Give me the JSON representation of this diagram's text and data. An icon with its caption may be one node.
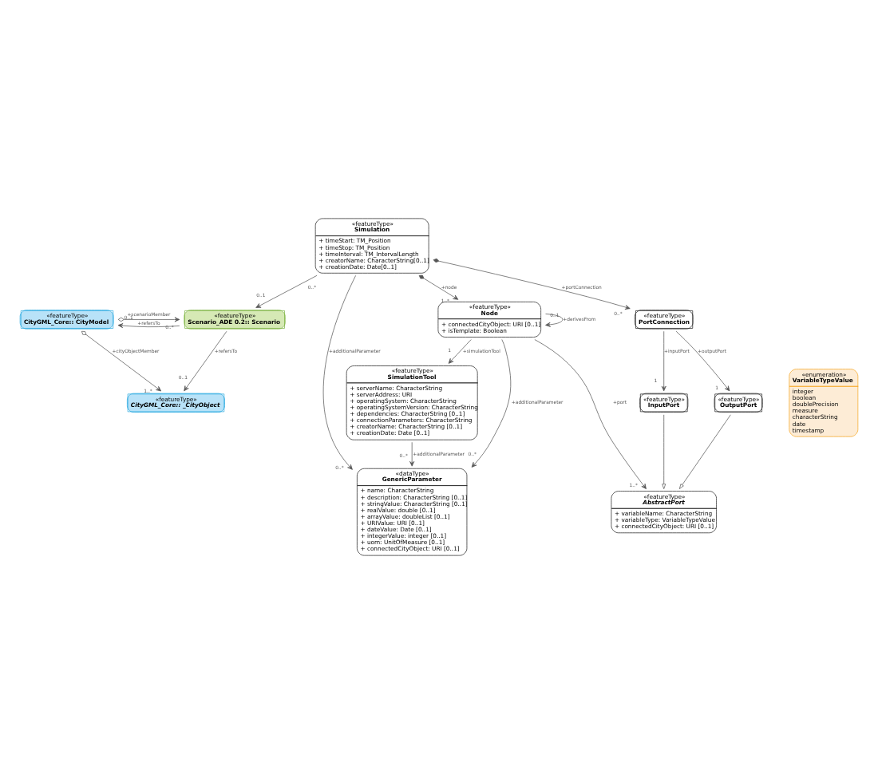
{
  "diagram": {
    "nodes": [
      {
        "text": [
          "«featureType»",
          "Scenario_ADE 0.2:: Scenario"
        ]
      },
      {
        "text": [
          "«featureType»",
          "CityGML_Core:: CityModel"
        ]
      },
      {
        "text": [
          "«featureType»",
          "CityGML_Core:: _CityObject"
        ]
      },
      {
        "text": [
          "«featureType»",
          "Simulation",
          "+ timeStart: TM_Position",
          "+ timeStop: TM_Position",
          "+ timeInterval: TM_IntervalLength",
          "+ creatorName: CharacterString[0..1]",
          "+ creationDate: Date[0..1]"
        ]
      },
      {
        "text": [
          "«dataType»",
          "GenericParameter",
          "+ name: CharacterString",
          "+ description: CharacterString [0..1]",
          "+ stringValue: CharacterString [0..1]",
          "+ realValue: double [0..1]",
          "+ arrayValue: doubleList [0..1]",
          "+ URIValue: URI [0..1]",
          "+ dateValue: Date [0..1]",
          "+ integerValue: integer [0..1]",
          "+ uom: UnitOfMeasure [0..1]",
          "+ connectedCityObject: URI [0..1]"
        ]
      },
      {
        "text": [
          "«featureType»",
          "AbstractPort",
          "+ variableName: CharacterString",
          "+ variableType: VariableTypeValue",
          "+ connectedCityObject: URI [0..1]"
        ]
      },
      {
        "text": [
          "«featureType»",
          "Node",
          "+ connectedCityObject: URI [0..1]",
          "+ isTemplate: Boolean"
        ]
      },
      {
        "text": [
          "«featureType»",
          "InputPort"
        ]
      },
      {
        "text": [
          "«featureType»",
          "OutputPort"
        ]
      },
      {
        "text": [
          "«featureType»",
          "SimulationTool",
          "+ serverName: CharacterString",
          "+ serverAddress: URI",
          "+ operatingSystem: CharacterString",
          "+ operatingSystemVersion: CharacterString",
          "+ dependencies: CharacterString [0..1]",
          "+ connectionParameters: CharacterString",
          "+ creatorName: CharacterString [0..1]",
          "+ creationDate: Date [0..1]"
        ]
      },
      {
        "text": [
          "«featureType»",
          "PortConnection"
        ]
      },
      {
        "text": [
          "«enumeration»",
          "VariableTypeValue",
          "integer",
          "boolean",
          "doublePrecision",
          "measure",
          "characterString",
          "date",
          "timestamp"
        ]
      }
    ],
    "edges": [
      {
        "from": 1,
        "to": 0,
        "arrow": "to",
        "label": "+scenarioMember"
      },
      {
        "from": 0,
        "to": 1,
        "arrow": "to",
        "label": "+refersTo"
      },
      {
        "from": 0,
        "to": 2,
        "arrow": "to",
        "label": "+refersTo"
      },
      {
        "from": 1,
        "to": 2,
        "arrow": "to",
        "label": "+cityObjectMember"
      },
      {
        "from": 3,
        "to": 0,
        "arrow": "to"
      },
      {
        "from": 3,
        "to": 4,
        "arrow": "to",
        "label": "+additionalParameter"
      },
      {
        "from": 3,
        "to": 6,
        "arrow": "to",
        "label": "+node"
      },
      {
        "from": 3,
        "to": 10,
        "arrow": "to",
        "label": "+portConnection"
      },
      {
        "from": 6,
        "to": 4,
        "arrow": "to",
        "label": "+additionalParameter"
      },
      {
        "from": 9,
        "to": 4,
        "arrow": "to",
        "label": "+additionalParameter"
      },
      {
        "from": 6,
        "to": 5,
        "arrow": "to",
        "label": "+port"
      },
      {
        "from": 6,
        "to": 6,
        "arrow": "to",
        "label": "+derivesFrom"
      },
      {
        "from": 6,
        "to": 9,
        "arrow": "to",
        "label": "+simulationTool"
      },
      {
        "from": 7,
        "to": 5,
        "arrow": "to"
      },
      {
        "from": 8,
        "to": 5,
        "arrow": "to"
      },
      {
        "from": 10,
        "to": 7,
        "arrow": "to",
        "label": "+inputPort"
      },
      {
        "from": 10,
        "to": 8,
        "arrow": "to",
        "label": "+outputPort"
      }
    ],
    "labels": [
      "0..*",
      "0..1",
      "0..1",
      "0..1",
      "1..*",
      "0..*",
      "0..*",
      "0..*",
      "1..*",
      "1..*",
      "0..*",
      "0..1",
      "1",
      "1",
      "1",
      "0..*"
    ]
  }
}
